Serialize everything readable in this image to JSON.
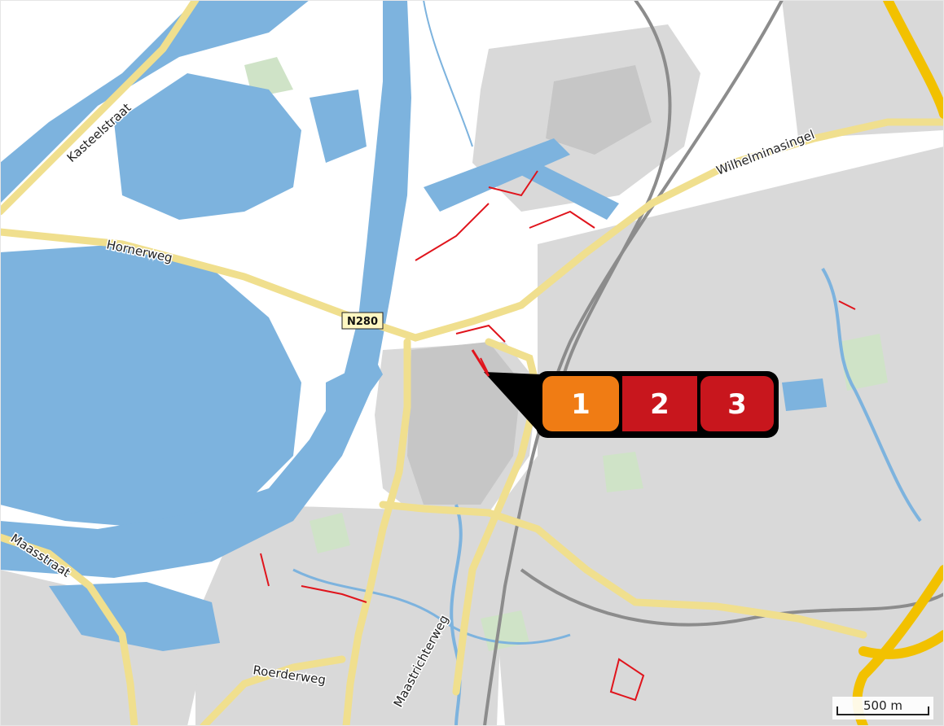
{
  "map": {
    "colors": {
      "land": "#ffffff",
      "water": "#7db3de",
      "built": "#cfcfcf",
      "builtDense": "#c4c4c4",
      "green": "#cfe3c7",
      "mainRoad": "#f0df8e",
      "motorway": "#f2c100",
      "rail": "#8c8c8c",
      "redLine": "#e0141c"
    }
  },
  "labels": {
    "kasteelstraat": "Kasteelstraat",
    "hornerweg": "Hornerweg",
    "n280": "N280",
    "wilhelminasingel": "Wilhelminasingel",
    "maasstraat": "Maasstraat",
    "roerderweg": "Roerderweg",
    "maastrichterweg": "Maastrichterweg"
  },
  "callout": {
    "items": [
      {
        "label": "1",
        "color": "#f07c14"
      },
      {
        "label": "2",
        "color": "#c8161d"
      },
      {
        "label": "3",
        "color": "#c8161d"
      }
    ],
    "frame_color": "#000000"
  },
  "scale": {
    "label": "500 m"
  }
}
